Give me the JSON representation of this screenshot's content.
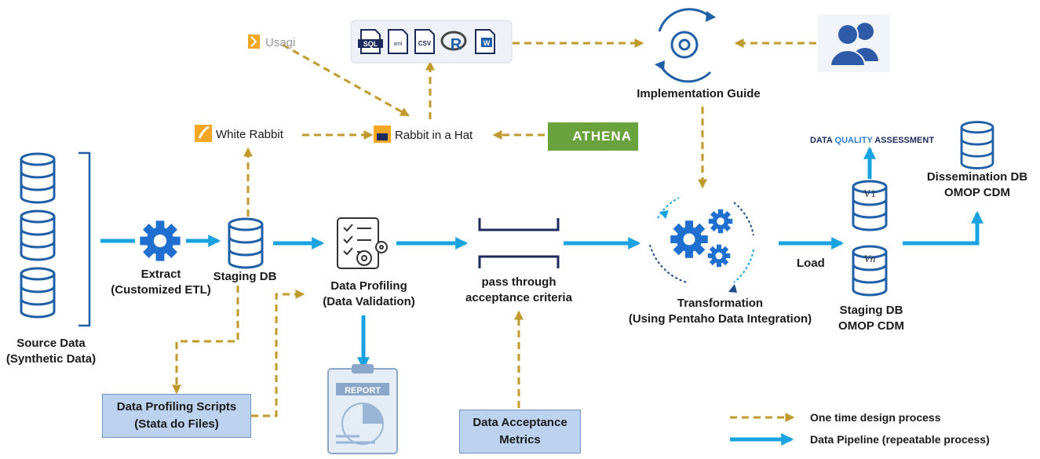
{
  "tools": {
    "usagi": "Usagi",
    "white_rabbit": "White Rabbit",
    "rabbit_in_a_hat": "Rabbit in a Hat",
    "athena": "ATHENA",
    "file_icons": [
      "SQL",
      "xml",
      "CSV",
      "R",
      "W"
    ]
  },
  "nodes": {
    "implementation_guide": "Implementation Guide",
    "source_data": [
      "Source Data",
      "(Synthetic Data)"
    ],
    "extract": [
      "Extract",
      "(Customized ETL)"
    ],
    "staging_db": "Staging DB",
    "data_profiling": [
      "Data Profiling",
      "(Data Validation)"
    ],
    "acceptance": [
      "pass through",
      "acceptance criteria"
    ],
    "transformation": [
      "Transformation",
      "(Using Pentaho Data Integration)"
    ],
    "load": "Load",
    "staging_omop": [
      "Staging DB",
      "OMOP CDM"
    ],
    "dissemination": [
      "Dissemination DB",
      "OMOP CDM"
    ],
    "data_quality_prefix": "DATA ",
    "data_quality_word": "QUALITY",
    "data_quality_suffix": " ASSESSMENT",
    "version_first": "V1",
    "version_last": "Vn",
    "report": "REPORT"
  },
  "boxes": {
    "profiling_scripts": [
      "Data Profiling Scripts",
      "(Stata do Files)"
    ],
    "acceptance_metrics": [
      "Data Acceptance",
      "Metrics"
    ]
  },
  "legend": {
    "design": "One time design process",
    "pipeline": "Data Pipeline (repeatable process)"
  },
  "colors": {
    "design_arrow": "#c09a2a",
    "pipeline_arrow": "#1aa3e0",
    "icon_blue": "#1f5fa8",
    "athena_green": "#6aa33d"
  }
}
